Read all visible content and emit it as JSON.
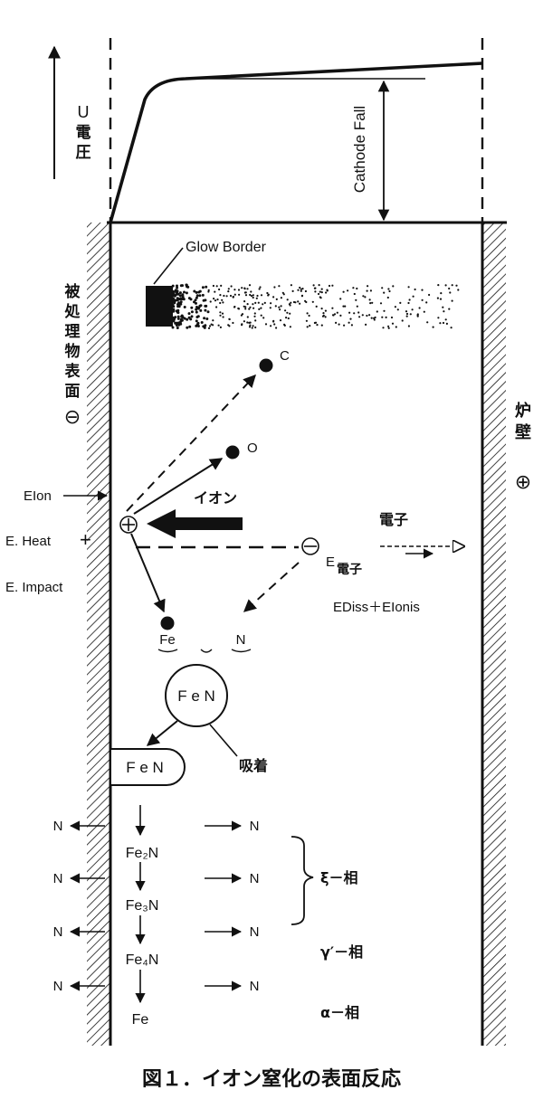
{
  "voltage": {
    "axis_symbol": "U",
    "axis_label": "電圧",
    "cathode_fall": "Cathode Fall"
  },
  "glow_border": "Glow Border",
  "left_wall_label": "被処理物表面",
  "left_wall_sign": "⊖",
  "right_wall_label": "炉壁",
  "right_wall_sign": "⊕",
  "particles": {
    "c": "C",
    "o": "O",
    "fe": "Fe",
    "n": "N"
  },
  "energies": {
    "e_ion": "EIon",
    "e_heat": "E. Heat",
    "plus": "+",
    "e_impact": "E. Impact",
    "e_electron_e": "E",
    "e_electron_sub": "電子",
    "ediss": "EDiss＋EIonis"
  },
  "ion_label": "イオン",
  "electron_label": "電子",
  "fen": "F e N",
  "adsorption": "吸着",
  "phases": {
    "fe2n": "Fe₂N",
    "fe3n": "Fe₃N",
    "fe4n": "Fe₄N",
    "fe": "Fe",
    "n": "N",
    "xi": "ξ－相",
    "gamma": "γ′－相",
    "alpha": "α－相"
  },
  "caption": "図１．イオン窒化の表面反応"
}
